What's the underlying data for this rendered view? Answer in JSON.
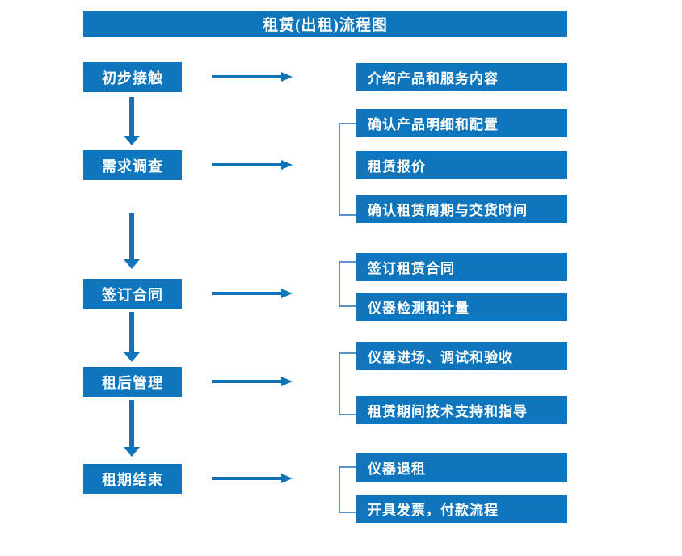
{
  "diagram": {
    "title": "租赁(出租)流程图",
    "colors": {
      "box_fill": "#0F75BC",
      "arrow": "#1174BB",
      "bracket": "#5B93C9",
      "text": "#FFFFFF",
      "background": "#FFFFFF"
    },
    "stages": [
      {
        "label": "初步接触",
        "details": [
          "介绍产品和服务内容"
        ],
        "has_bracket": false,
        "arrow_to_next": true
      },
      {
        "label": "需求调查",
        "details": [
          "确认产品明细和配置",
          "租赁报价",
          "确认租赁周期与交货时间"
        ],
        "has_bracket": true,
        "arrow_to_next": true
      },
      {
        "label": "签订合同",
        "details": [
          "签订租赁合同",
          "仪器检测和计量"
        ],
        "has_bracket": true,
        "arrow_to_next": true
      },
      {
        "label": "租后管理",
        "details": [
          "仪器进场、调试和验收",
          "租赁期间技术支持和指导"
        ],
        "has_bracket": true,
        "arrow_to_next": true
      },
      {
        "label": "租期结束",
        "details": [
          "仪器退租",
          "开具发票，付款流程"
        ],
        "has_bracket": true,
        "arrow_to_next": false
      }
    ]
  }
}
